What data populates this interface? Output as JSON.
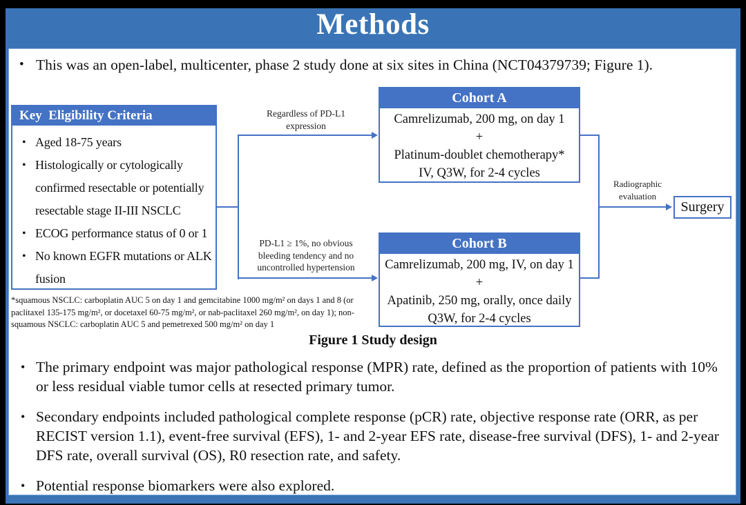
{
  "colors": {
    "slide_blue": "#3a74b6",
    "accent_blue": "#4472c4",
    "background": "#000000",
    "content_white": "#ffffff"
  },
  "header": {
    "title": "Methods"
  },
  "intro_bullet": "This was an open-label, multicenter, phase 2 study done at six sites in China (NCT04379739; Figure 1).",
  "figure": {
    "eligibility": {
      "header": "Key  Eligibility Criteria",
      "items": [
        "Aged 18-75 years",
        "Histologically or cytologically confirmed resectable or potentially resectable stage II-III NSCLC",
        "ECOG performance status of 0 or 1",
        "No known EGFR mutations or ALK fusion"
      ]
    },
    "branch_top_label": "Regardless  of PD-L1 expression",
    "branch_bottom_label": "PD-L1 ≥ 1%, no obvious bleeding tendency and no uncontrolled hypertension",
    "cohort_a": {
      "header": "Cohort A",
      "lines": [
        "Camrelizumab, 200 mg, on day 1",
        "+",
        "Platinum-doublet chemotherapy*",
        "IV, Q3W, for 2-4 cycles"
      ]
    },
    "cohort_b": {
      "header": "Cohort B",
      "lines": [
        "Camrelizumab, 200 mg, IV, on day 1",
        "+",
        "Apatinib, 250 mg, orally, once daily",
        "Q3W, for 2-4 cycles"
      ]
    },
    "evaluation_label": "Radiographic evaluation",
    "surgery_label": "Surgery",
    "footnote": "*squamous NSCLC: carboplatin AUC 5 on day 1 and gemcitabine 1000 mg/m² on days 1 and 8 (or paclitaxel 135-175 mg/m², or docetaxel 60-75 mg/m², or nab-paclitaxel 260 mg/m², on day 1); non-squamous NSCLC: carboplatin AUC 5 and pemetrexed 500 mg/m² on day 1",
    "caption": "Figure 1 Study design"
  },
  "endpoint_bullets": [
    "The primary endpoint was major pathological response (MPR) rate, defined as the proportion of patients with 10% or less residual viable tumor cells at resected primary tumor.",
    "Secondary endpoints included pathological complete response (pCR) rate, objective response rate (ORR, as per RECIST version 1.1), event-free survival (EFS), 1- and 2-year EFS rate, disease-free survival (DFS), 1- and 2-year DFS rate, overall survival (OS), R0 resection rate, and safety.",
    "Potential response biomarkers were also explored."
  ],
  "glyphs": {
    "bullet": "•"
  }
}
